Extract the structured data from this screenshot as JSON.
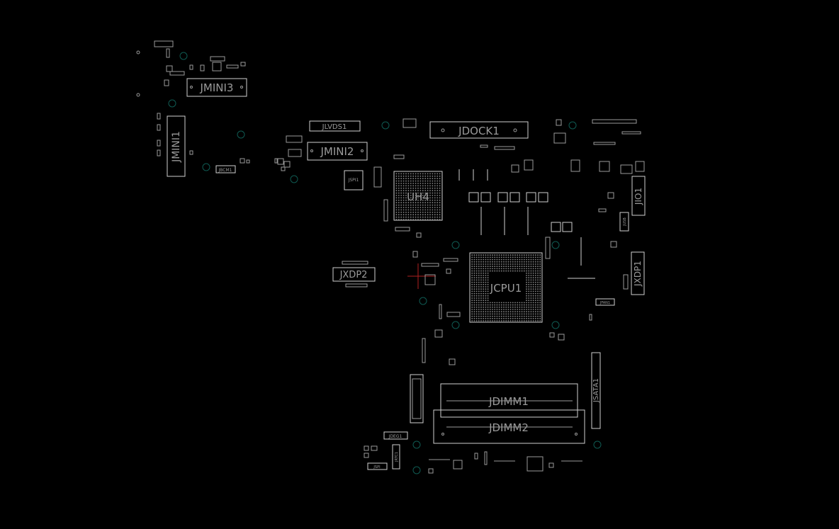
{
  "colors": {
    "background": "#000000",
    "outline": "#cfcfcf",
    "label": "#9a9a9a",
    "mount_hole": "#0f5a52",
    "marker": "#b02020"
  },
  "labels": {
    "jmini3": "JMINI3",
    "jmini1": "JMINI1",
    "jmini2": "JMINI2",
    "jlvds1": "JLVDS1",
    "jdock1": "JDOCK1",
    "uh4": "UH4",
    "jxdp2": "JXDP2",
    "jcpu1": "JCPU1",
    "jio1": "JIO1",
    "jxdp1": "JXDP1",
    "jdimm1": "JDIMM1",
    "jdimm2": "JDIMM2",
    "jsata1": "JSATA1",
    "jusb": "JUSB",
    "jfan1": "JFAN1",
    "jdeg1": "JDEG1",
    "jspi1": "JSPI1",
    "jbcm1": "JBCM1",
    "jrtc1": "JRTC1",
    "jspi": "JSPI"
  }
}
